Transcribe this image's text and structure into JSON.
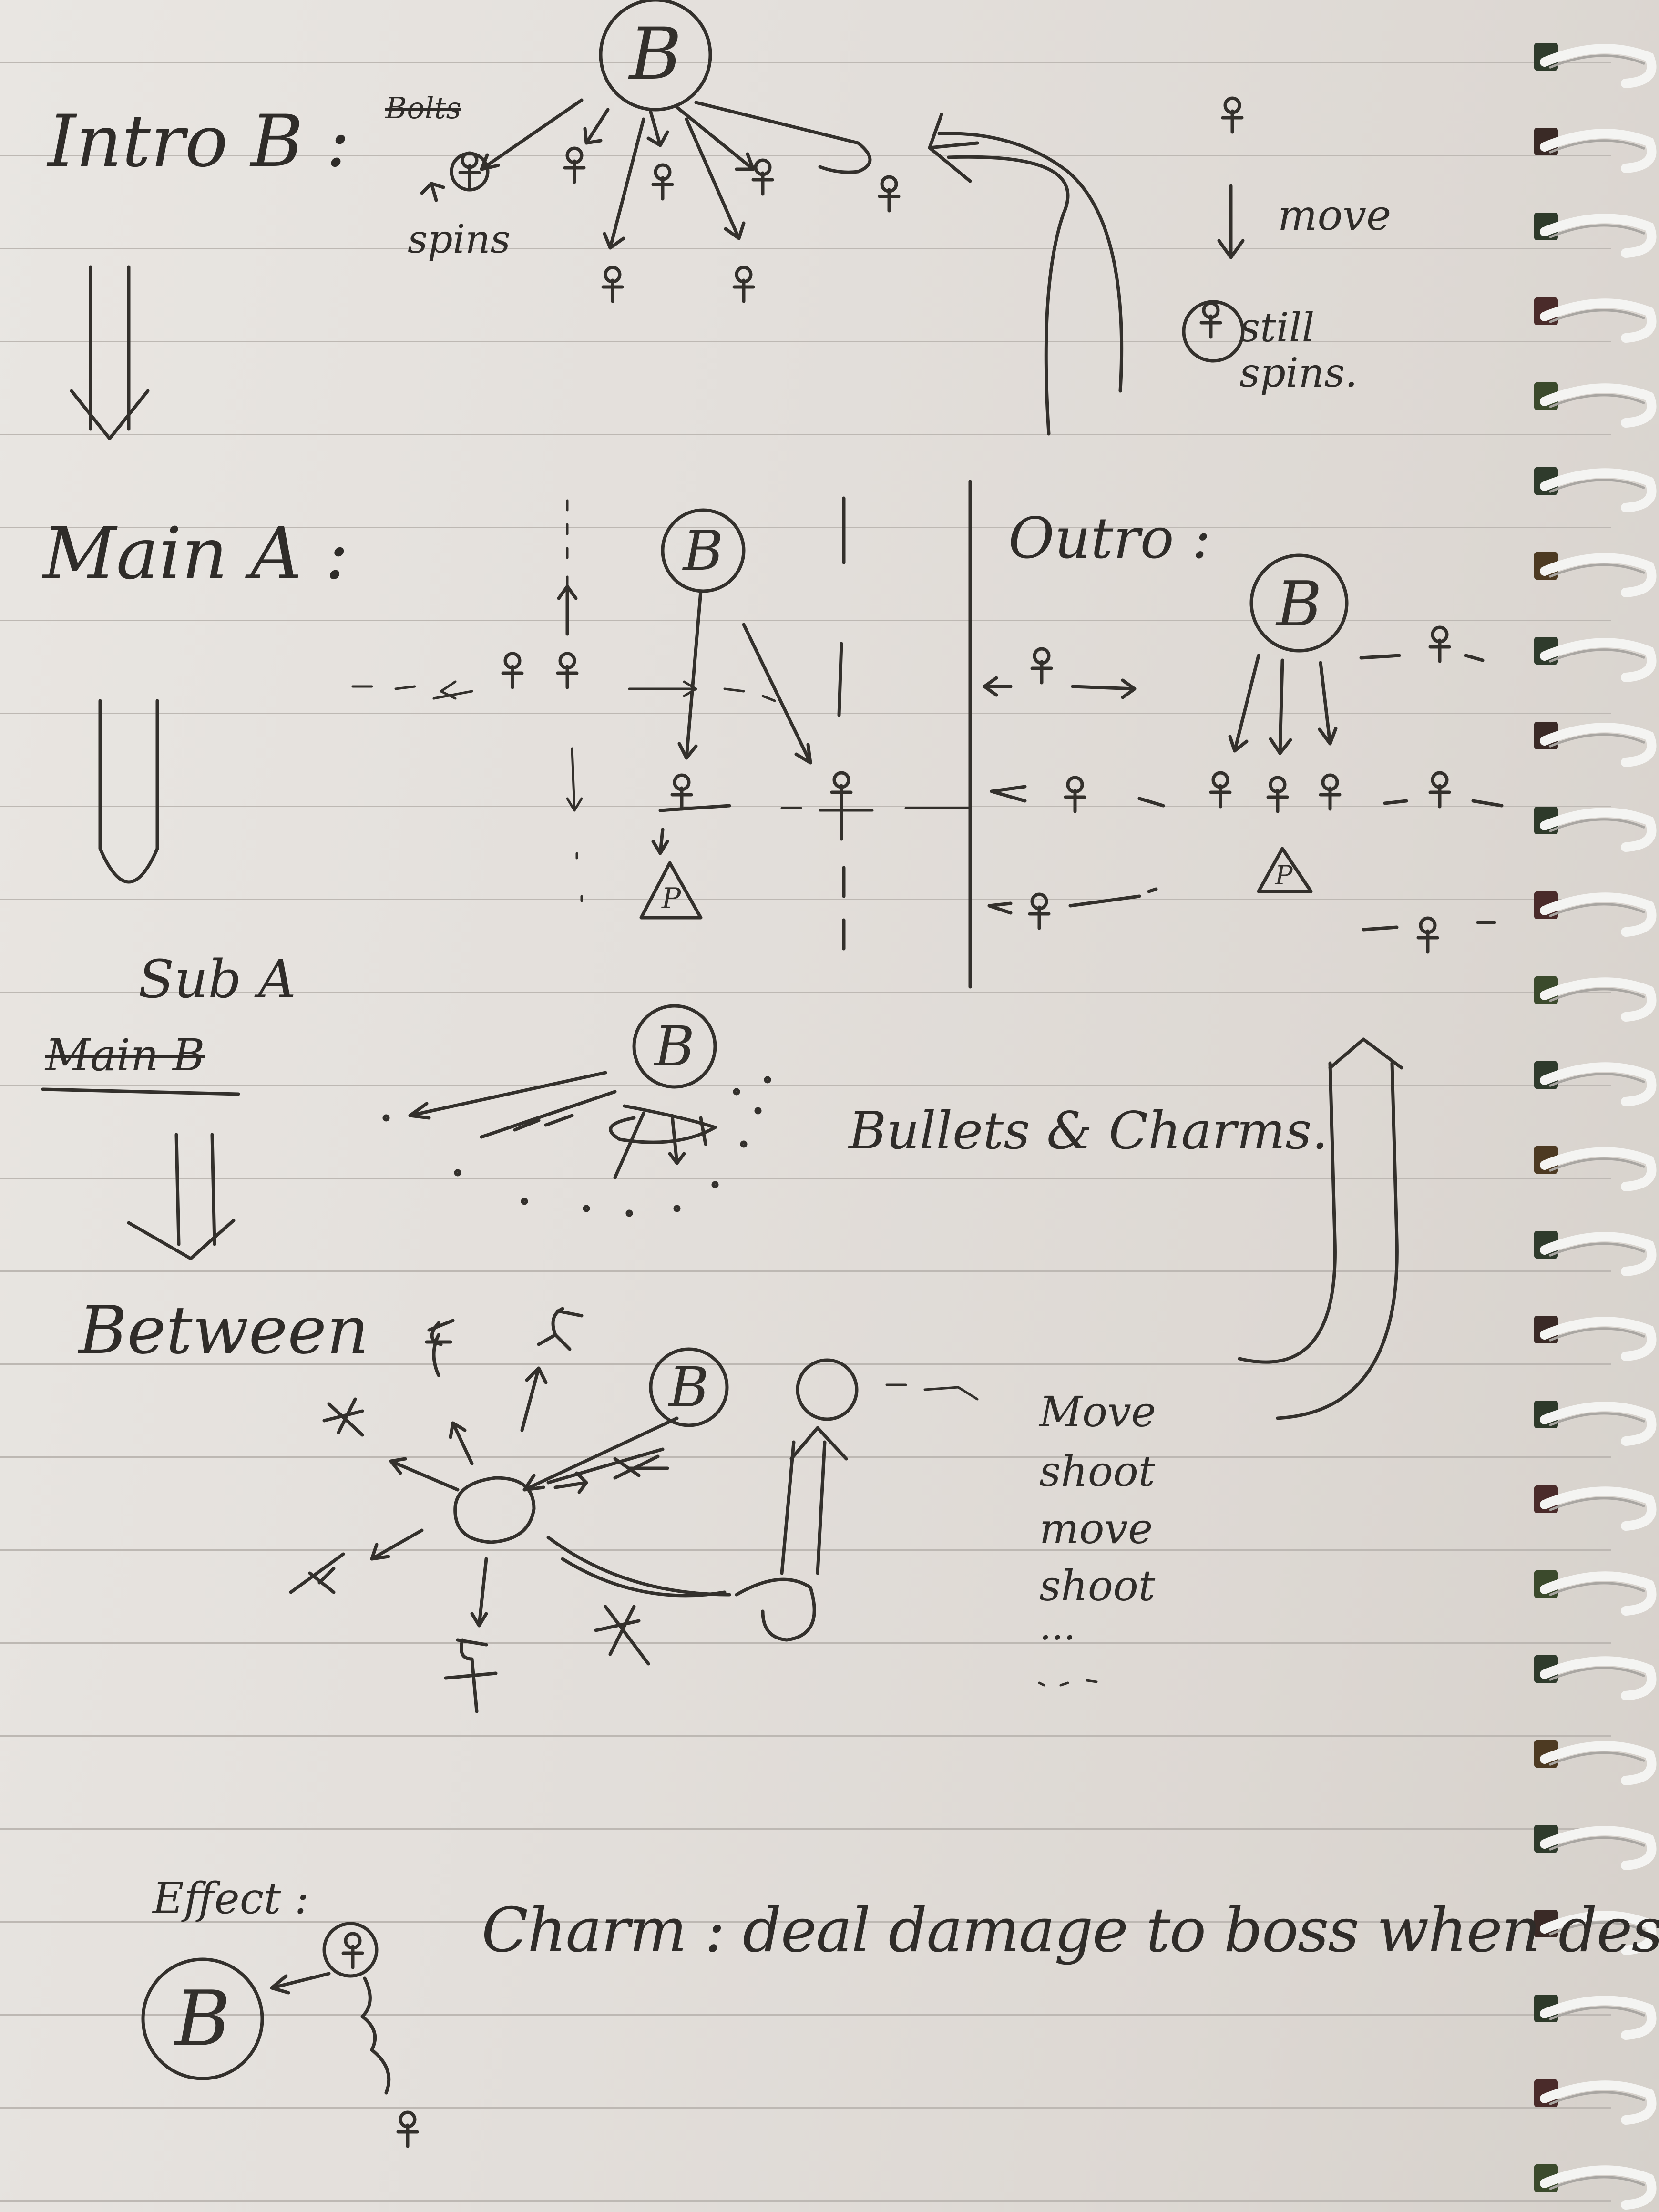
{
  "notes": {
    "intro_heading": "Intro B :",
    "intro_struck_word": "Bolts",
    "spins_label": "spins",
    "move_label": "move",
    "still_spins_label": "still spins.",
    "main_heading": "Main A :",
    "outro_heading": "Outro :",
    "sub_heading": "Sub A",
    "struck_heading": "Main B",
    "bullets_label": "Bullets & Charms.",
    "between_heading": "Between",
    "cycle_labels": [
      "Move",
      "shoot",
      "move",
      "shoot",
      "..."
    ],
    "effect_heading": "Effect :",
    "charm_note": "Charm : deal damage to boss when destroyed",
    "boss_letter": "B",
    "powerup_letter": "P"
  }
}
